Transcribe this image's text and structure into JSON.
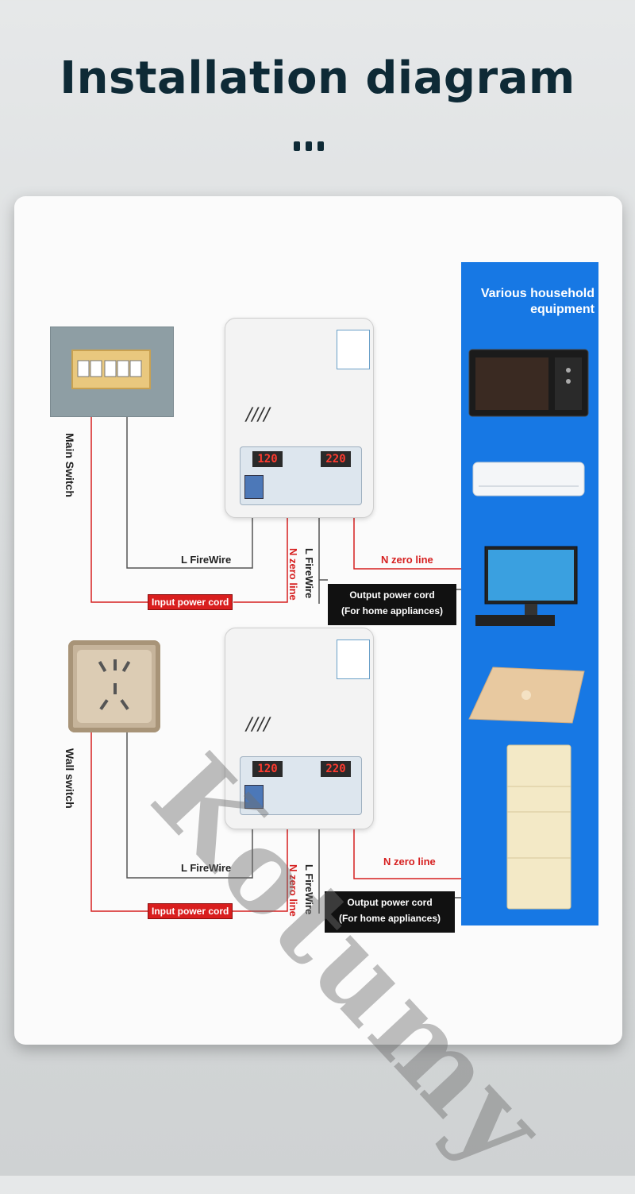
{
  "title": "Installation diagram",
  "panel": {
    "equipment_title_line1": "Various household",
    "equipment_title_line2": "equipment"
  },
  "top_section": {
    "source_label": "Main Switch",
    "l_firewire_horizontal": "L FireWire",
    "input_power_cord": "Input power cord",
    "n_zero_line_vertical": "N zero line",
    "l_firewire_vertical": "L FireWire",
    "n_zero_line_horizontal": "N zero line",
    "output_line1": "Output power cord",
    "output_line2": "(For home appliances)",
    "display_left": "120",
    "display_right": "220"
  },
  "bottom_section": {
    "source_label": "Wall switch",
    "l_firewire_horizontal": "L FireWire",
    "input_power_cord": "Input power cord",
    "n_zero_line_vertical": "N zero line",
    "l_firewire_vertical": "L FireWire",
    "n_zero_line_horizontal": "N zero line",
    "output_line1": "Output power cord",
    "output_line2": "(For home appliances)",
    "display_left": "120",
    "display_right": "220"
  },
  "watermark": "Kotumy",
  "colors": {
    "title": "#0e2a36",
    "wire_red": "#d62020",
    "wire_gray": "#555555",
    "equipment_panel": "#1778e4",
    "input_tag": "#d91e1e",
    "output_tag": "#111111"
  },
  "icons": [
    "main-switch-panel",
    "wall-socket",
    "voltage-regulator",
    "microwave",
    "air-conditioner",
    "monitor",
    "laptop",
    "refrigerator"
  ]
}
